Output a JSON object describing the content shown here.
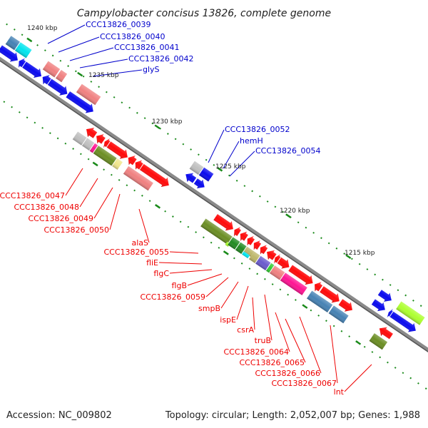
{
  "title": "Campylobacter concisus 13826, complete genome",
  "footer": {
    "accession": "Accession: NC_009802",
    "summary": "Topology: circular; Length: 2,052,007 bp; Genes: 1,988"
  },
  "colors": {
    "backbone": "#888888",
    "tick": "#1a8a1a",
    "label_forward": "#0000cc",
    "label_reverse": "#ee0000"
  },
  "ticks": [
    {
      "label": "1240 kbp"
    },
    {
      "label": "1235 kbp"
    },
    {
      "label": "1230 kbp"
    },
    {
      "label": "1225 kbp"
    },
    {
      "label": "1220 kbp"
    },
    {
      "label": "1215 kbp"
    }
  ],
  "labels_top": [
    {
      "text": "CCC13826_0039"
    },
    {
      "text": "CCC13826_0040"
    },
    {
      "text": "CCC13826_0041"
    },
    {
      "text": "CCC13826_0042"
    },
    {
      "text": "glyS"
    },
    {
      "text": "CCC13826_0052"
    },
    {
      "text": "hemH"
    },
    {
      "text": "CCC13826_0054"
    }
  ],
  "labels_bottom": [
    {
      "text": "CCC13826_0047"
    },
    {
      "text": "CCC13826_0048"
    },
    {
      "text": "CCC13826_0049"
    },
    {
      "text": "CCC13826_0050"
    },
    {
      "text": "alaS"
    },
    {
      "text": "CCC13826_0055"
    },
    {
      "text": "fliE"
    },
    {
      "text": "flgC"
    },
    {
      "text": "flgB"
    },
    {
      "text": "CCC13826_0059"
    },
    {
      "text": "smpB"
    },
    {
      "text": "ispE"
    },
    {
      "text": "csrA"
    },
    {
      "text": "truB"
    },
    {
      "text": "CCC13826_0064"
    },
    {
      "text": "CCC13826_0065"
    },
    {
      "text": "CCC13826_0066"
    },
    {
      "text": "CCC13826_0067"
    },
    {
      "text": "lnt"
    }
  ]
}
